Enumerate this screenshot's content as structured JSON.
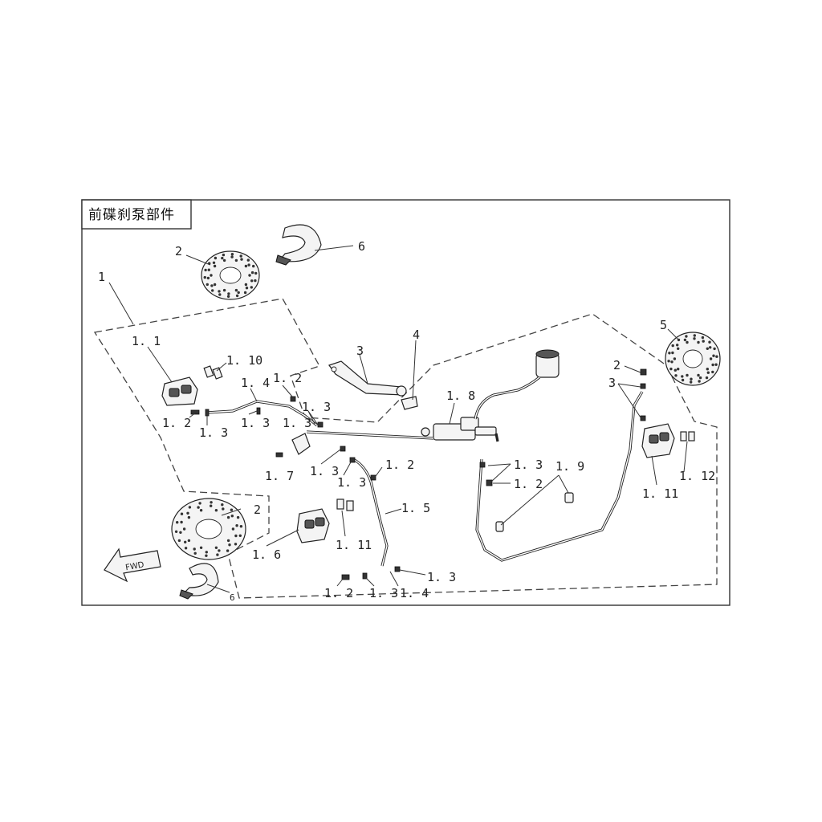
{
  "title": "前碟刹泵部件",
  "arrow_text": "FWD",
  "labels": [
    {
      "id": "l1",
      "text": "1"
    },
    {
      "id": "l2a",
      "text": "2"
    },
    {
      "id": "l2b",
      "text": "2"
    },
    {
      "id": "l2c",
      "text": "2"
    },
    {
      "id": "l3a",
      "text": "3"
    },
    {
      "id": "l3b",
      "text": "3"
    },
    {
      "id": "l4",
      "text": "4"
    },
    {
      "id": "l5",
      "text": "5"
    },
    {
      "id": "l6a",
      "text": "6"
    },
    {
      "id": "l6b",
      "text": "6"
    },
    {
      "id": "l1_1",
      "text": "1. 1"
    },
    {
      "id": "l1_10",
      "text": "1. 10"
    },
    {
      "id": "l1_4a",
      "text": "1. 4"
    },
    {
      "id": "l1_2a",
      "text": "1. 2"
    },
    {
      "id": "l1_3a",
      "text": "1. 3"
    },
    {
      "id": "l1_2b",
      "text": "1. 2"
    },
    {
      "id": "l1_3b",
      "text": "1. 3"
    },
    {
      "id": "l1_3c",
      "text": "1. 3"
    },
    {
      "id": "l1_3d",
      "text": "1. 3"
    },
    {
      "id": "l1_7",
      "text": "1. 7"
    },
    {
      "id": "l1_3e",
      "text": "1. 3"
    },
    {
      "id": "l1_3f",
      "text": "1. 3"
    },
    {
      "id": "l1_2c",
      "text": "1. 2"
    },
    {
      "id": "l1_5",
      "text": "1. 5"
    },
    {
      "id": "l1_11a",
      "text": "1. 11"
    },
    {
      "id": "l1_6",
      "text": "1. 6"
    },
    {
      "id": "l1_2d",
      "text": "1. 2"
    },
    {
      "id": "l1_3g",
      "text": "1. 3"
    },
    {
      "id": "l1_4b",
      "text": "1. 4"
    },
    {
      "id": "l1_3h",
      "text": "1. 3"
    },
    {
      "id": "l1_8",
      "text": "1. 8"
    },
    {
      "id": "l1_3i",
      "text": "1. 3"
    },
    {
      "id": "l1_9",
      "text": "1. 9"
    },
    {
      "id": "l1_2e",
      "text": "1. 2"
    },
    {
      "id": "l1_11b",
      "text": "1. 11"
    },
    {
      "id": "l1_12",
      "text": "1. 12"
    }
  ]
}
